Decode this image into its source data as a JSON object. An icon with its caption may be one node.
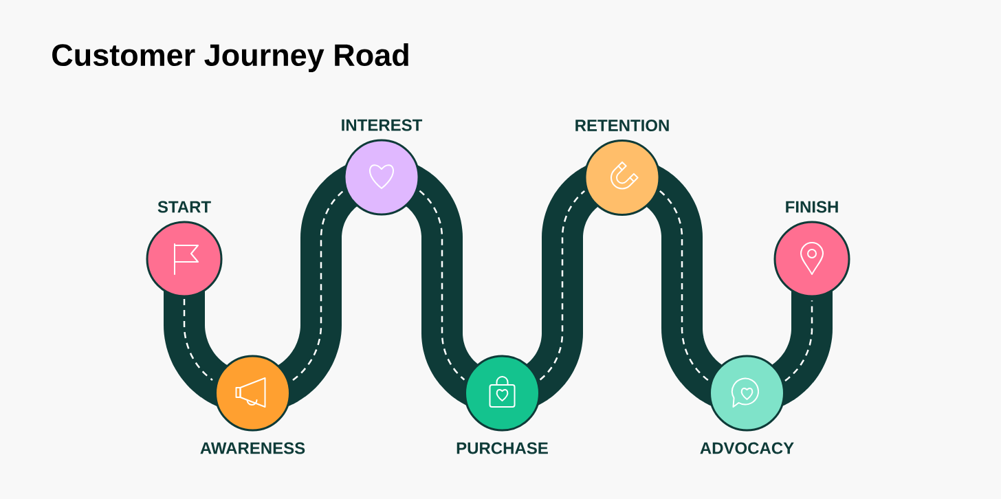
{
  "diagram": {
    "title": "Customer Journey Road",
    "nodes": [
      {
        "text": [
          "START"
        ]
      },
      {
        "text": [
          "AWARENESS"
        ]
      },
      {
        "text": [
          "INTEREST"
        ]
      },
      {
        "text": [
          "PURCHASE"
        ]
      },
      {
        "text": [
          "RETENTION"
        ]
      },
      {
        "text": [
          "ADVOCACY"
        ]
      },
      {
        "text": [
          "FINISH"
        ]
      }
    ],
    "edges": [
      {
        "from": 0,
        "to": 1,
        "arrow": "none"
      },
      {
        "from": 1,
        "to": 2,
        "arrow": "none"
      },
      {
        "from": 2,
        "to": 3,
        "arrow": "none"
      },
      {
        "from": 3,
        "to": 4,
        "arrow": "none"
      },
      {
        "from": 4,
        "to": 5,
        "arrow": "none"
      },
      {
        "from": 5,
        "to": 6,
        "arrow": "none"
      }
    ]
  }
}
